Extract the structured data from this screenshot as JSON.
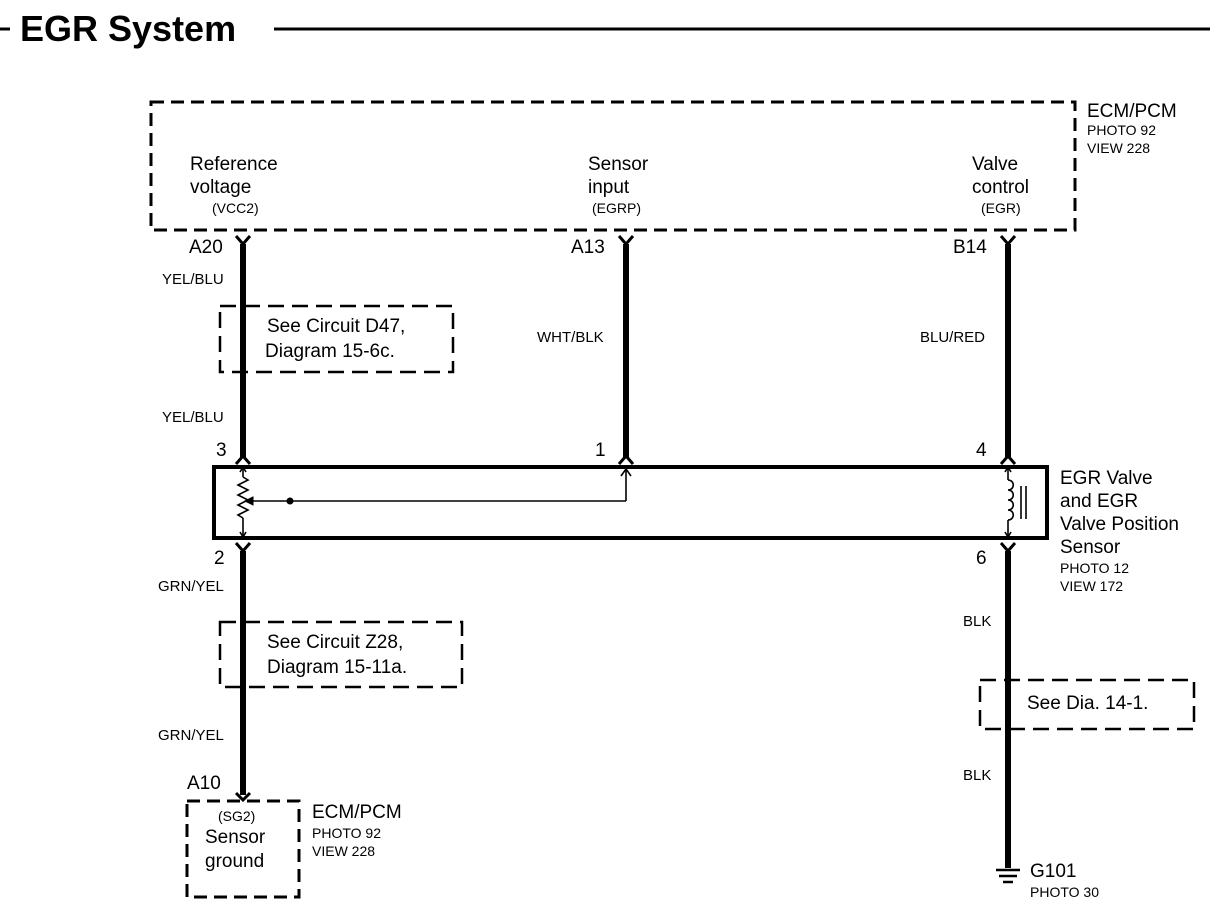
{
  "title": "EGR System",
  "ecm_top": {
    "name": "ECM/PCM",
    "photo": "PHOTO 92",
    "view": "VIEW 228",
    "terminals": [
      {
        "line1": "Reference",
        "line2": "voltage",
        "code": "(VCC2)",
        "pin": "A20",
        "wire": "YEL/BLU"
      },
      {
        "line1": "Sensor",
        "line2": "input",
        "code": "(EGRP)",
        "pin": "A13",
        "wire": "WHT/BLK"
      },
      {
        "line1": "Valve",
        "line2": "control",
        "code": "(EGR)",
        "pin": "B14",
        "wire": "BLU/RED"
      }
    ]
  },
  "refs": {
    "d47": {
      "line1": "See Circuit D47,",
      "line2": "Diagram 15-6c."
    },
    "z28": {
      "line1": "See Circuit Z28,",
      "line2": "Diagram 15-11a."
    },
    "dia14": {
      "line1": "See Dia. 14-1."
    }
  },
  "wires_lower": {
    "yel_blu": "YEL/BLU",
    "grn_yel_1": "GRN/YEL",
    "grn_yel_2": "GRN/YEL",
    "blk_1": "BLK",
    "blk_2": "BLK"
  },
  "egr_valve": {
    "line1": "EGR Valve",
    "line2": "and EGR",
    "line3": "Valve Position",
    "line4": "Sensor",
    "photo": "PHOTO 12",
    "view": "VIEW 172",
    "pins": {
      "p3": "3",
      "p1": "1",
      "p4": "4",
      "p2": "2",
      "p6": "6"
    }
  },
  "ecm_bottom": {
    "pin": "A10",
    "code": "(SG2)",
    "line1": "Sensor",
    "line2": "ground",
    "name": "ECM/PCM",
    "photo": "PHOTO 92",
    "view": "VIEW 228"
  },
  "ground": {
    "name": "G101",
    "photo": "PHOTO 30"
  }
}
